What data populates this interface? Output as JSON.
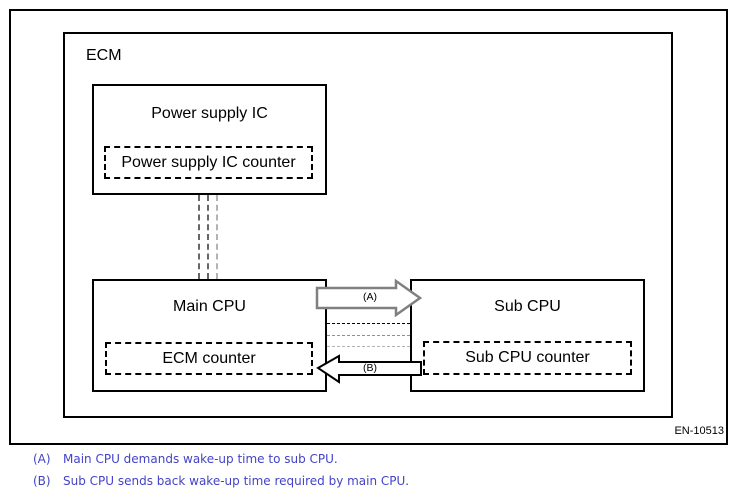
{
  "diagram": {
    "ecm_label": "ECM",
    "power_supply_ic": {
      "label": "Power supply IC",
      "counter_label": "Power supply IC counter"
    },
    "main_cpu": {
      "label": "Main CPU",
      "counter_label": "ECM counter"
    },
    "sub_cpu": {
      "label": "Sub CPU",
      "counter_label": "Sub CPU counter"
    },
    "arrow_a": {
      "label": "(A)"
    },
    "arrow_b": {
      "label": "(B)"
    },
    "figure_id": "EN-10513"
  },
  "legend": {
    "items": [
      {
        "key": "(A)",
        "text": "Main CPU demands wake-up time to sub CPU."
      },
      {
        "key": "(B)",
        "text": "Sub CPU sends back wake-up time required by main CPU."
      }
    ]
  },
  "colors": {
    "line": "#000000",
    "arrow_a_outline": "#808080",
    "legend_text": "#4343c8",
    "dash_dark": "#666666",
    "dash_mid": "#909090",
    "dash_light": "#b3b3b3"
  }
}
